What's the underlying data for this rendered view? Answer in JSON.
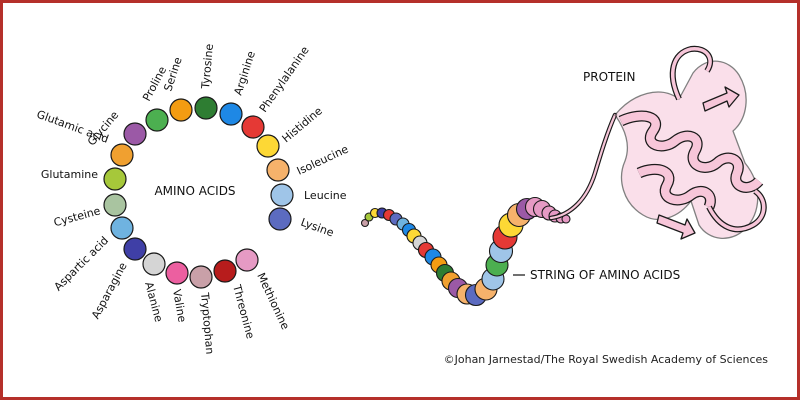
{
  "center_label": "AMINO ACIDS",
  "protein_label": "PROTEIN",
  "string_label": "STRING OF AMINO ACIDS",
  "credit": "©Johan Jarnestad/The Royal Swedish Academy of Sciences",
  "colors": {
    "frame": "#b5302a",
    "protein_fill": "#f7c6d9",
    "bead_outline": "#1a1a1a"
  },
  "amino_acids": [
    {
      "name": "Glycine",
      "color": "#9b59a6"
    },
    {
      "name": "Proline",
      "color": "#4caf50"
    },
    {
      "name": "Serine",
      "color": "#f39c12"
    },
    {
      "name": "Tyrosine",
      "color": "#2e7d32"
    },
    {
      "name": "Arginine",
      "color": "#1e88e5"
    },
    {
      "name": "Phenylalanine",
      "color": "#e53935"
    },
    {
      "name": "Histidine",
      "color": "#fdd835"
    },
    {
      "name": "Isoleucine",
      "color": "#f6b26b"
    },
    {
      "name": "Leucine",
      "color": "#9fc5e8"
    },
    {
      "name": "Lysine",
      "color": "#5c6bc0"
    },
    {
      "name": "Methionine",
      "color": "#e69ac4"
    },
    {
      "name": "Threonine",
      "color": "#b71c1c"
    },
    {
      "name": "Tryptophan",
      "color": "#c9a0a8"
    },
    {
      "name": "Valine",
      "color": "#ec5fa0"
    },
    {
      "name": "Alanine",
      "color": "#d5d5d5"
    },
    {
      "name": "Asparagine",
      "color": "#3f3fa6"
    },
    {
      "name": "Aspartic acid",
      "color": "#6fb3e0"
    },
    {
      "name": "Cysteine",
      "color": "#a9c4a0"
    },
    {
      "name": "Glutamine",
      "color": "#a6c83a"
    },
    {
      "name": "Glutamic acid",
      "color": "#f0a030"
    }
  ]
}
